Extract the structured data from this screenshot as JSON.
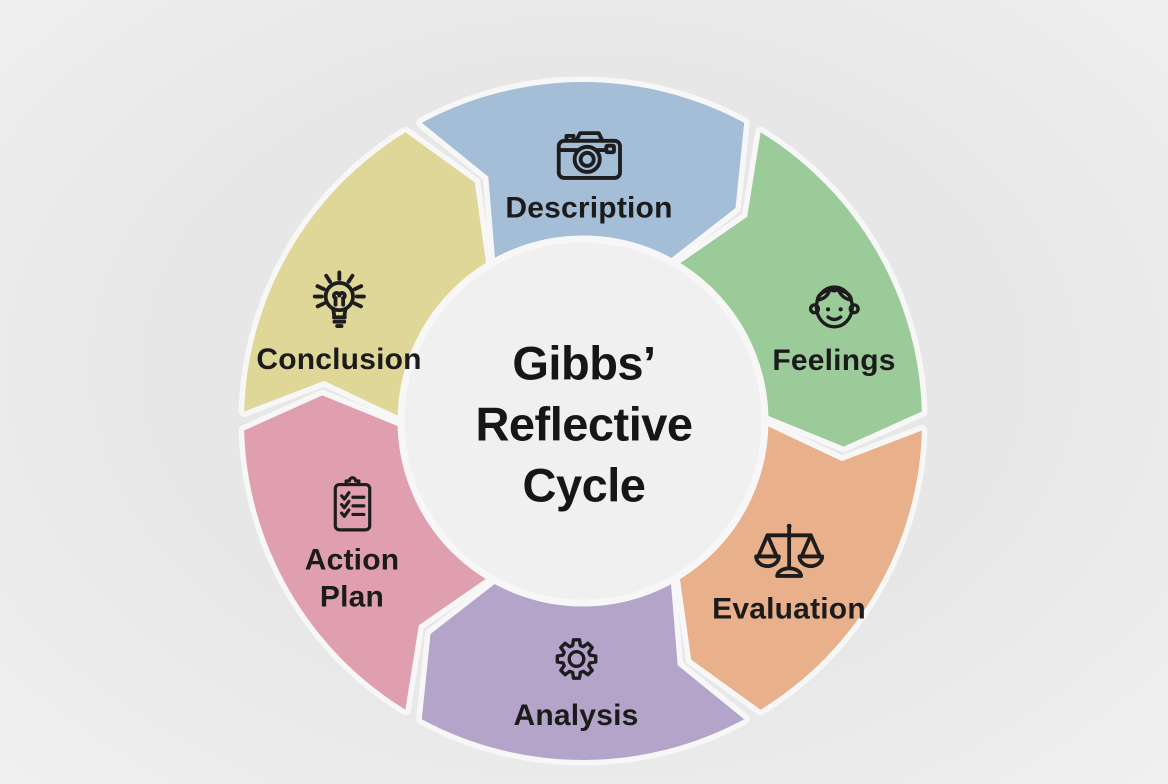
{
  "diagram": {
    "title_lines": [
      "Gibbs’",
      "Reflective",
      "Cycle"
    ],
    "flow_direction": "clockwise"
  },
  "cycle": {
    "stages": [
      {
        "id": "description",
        "label": "Description",
        "icon": "camera-icon",
        "color": "#a5bed8"
      },
      {
        "id": "feelings",
        "label": "Feelings",
        "icon": "face-icon",
        "color": "#9ccb9a"
      },
      {
        "id": "evaluation",
        "label": "Evaluation",
        "icon": "scales-icon",
        "color": "#e8b08b"
      },
      {
        "id": "analysis",
        "label": "Analysis",
        "icon": "gear-icon",
        "color": "#b4a4ca"
      },
      {
        "id": "action-plan",
        "label": "Action Plan",
        "icon": "clipboard-checklist-icon",
        "color": "#df9fae"
      },
      {
        "id": "conclusion",
        "label": "Conclusion",
        "icon": "lightbulb-icon",
        "color": "#ded797"
      }
    ]
  },
  "colors": {
    "background": "#e9e8e9",
    "inner_circle": "#f1f0f1",
    "segment_gap": "#f8f7f8",
    "text": "#1b1b1b",
    "icon_stroke": "#1d1d1d"
  }
}
